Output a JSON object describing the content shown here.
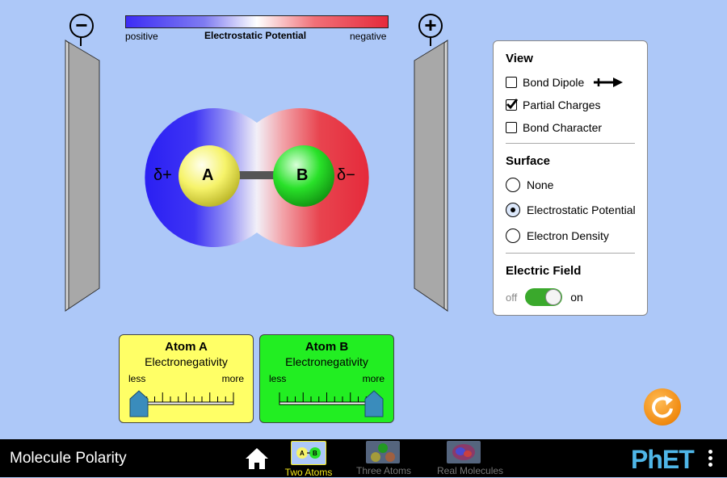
{
  "colorbar": {
    "left_label": "positive",
    "title": "Electrostatic Potential",
    "right_label": "negative"
  },
  "plates": {
    "negative_symbol": "−",
    "positive_symbol": "+"
  },
  "molecule": {
    "atom_a": "A",
    "atom_b": "B",
    "partial_a": "δ+",
    "partial_b": "δ−"
  },
  "view_panel": {
    "view_heading": "View",
    "bond_dipole": "Bond Dipole",
    "bond_dipole_checked": false,
    "partial_charges": "Partial Charges",
    "partial_charges_checked": true,
    "bond_character": "Bond Character",
    "bond_character_checked": false,
    "surface_heading": "Surface",
    "surface_options": [
      "None",
      "Electrostatic Potential",
      "Electron Density"
    ],
    "surface_selected": "Electrostatic Potential",
    "field_heading": "Electric Field",
    "field_off": "off",
    "field_on": "on",
    "field_state": "on"
  },
  "atom_a_panel": {
    "title": "Atom A",
    "subtitle": "Electronegativity",
    "less": "less",
    "more": "more",
    "slider_fraction": 0.0,
    "color": "#ffff66"
  },
  "atom_b_panel": {
    "title": "Atom B",
    "subtitle": "Electronegativity",
    "less": "less",
    "more": "more",
    "slider_fraction": 1.0,
    "color": "#22ee22"
  },
  "navbar": {
    "app_title": "Molecule Polarity",
    "tabs": [
      {
        "label": "Two Atoms",
        "selected": true
      },
      {
        "label": "Three Atoms",
        "selected": false
      },
      {
        "label": "Real Molecules",
        "selected": false
      }
    ],
    "logo": "PhET",
    "home_icon": "home-icon",
    "menu_icon": "kebab-icon"
  }
}
